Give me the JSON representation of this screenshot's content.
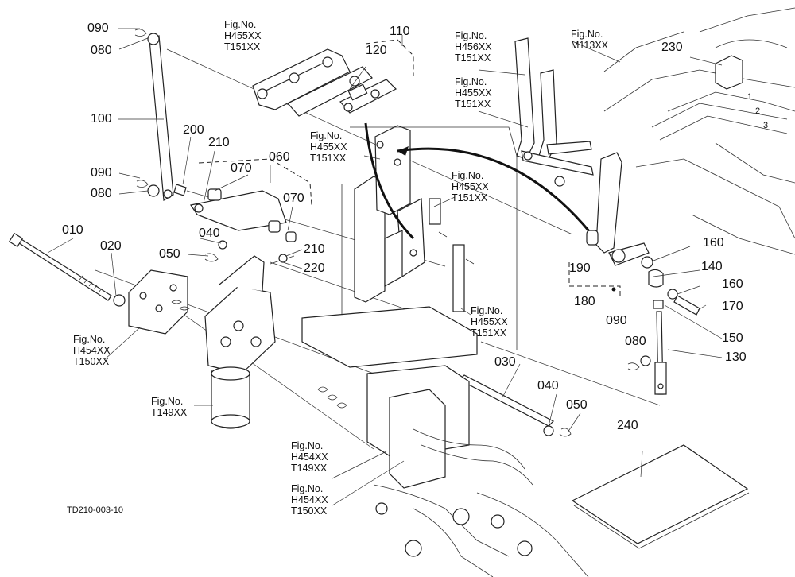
{
  "drawing_code": "TD210-003-10",
  "callouts": {
    "c010": "010",
    "c020": "020",
    "c030": "030",
    "c040a": "040",
    "c040b": "040",
    "c050a": "050",
    "c050b": "050",
    "c060": "060",
    "c070a": "070",
    "c070b": "070",
    "c080a": "080",
    "c080b": "080",
    "c080c": "080",
    "c090a": "090",
    "c090b": "090",
    "c090c": "090",
    "c100": "100",
    "c110": "110",
    "c120": "120",
    "c130": "130",
    "c140": "140",
    "c150": "150",
    "c160a": "160",
    "c160b": "160",
    "c170": "170",
    "c180": "180",
    "c190": "190",
    "c200": "200",
    "c210a": "210",
    "c210b": "210",
    "c220": "220",
    "c230": "230",
    "c240": "240"
  },
  "fig_refs": {
    "f1": {
      "label": "Fig.No.",
      "line1": "H455XX",
      "line2": "T151XX"
    },
    "f2": {
      "label": "Fig.No.",
      "line1": "H456XX",
      "line2": "T151XX"
    },
    "f3": {
      "label": "Fig.No.",
      "line1": "H455XX",
      "line2": "T151XX"
    },
    "f4": {
      "label": "Fig.No.",
      "line1": "M113XX"
    },
    "f5": {
      "label": "Fig.No.",
      "line1": "H455XX",
      "line2": "T151XX"
    },
    "f6": {
      "label": "Fig.No.",
      "line1": "H455XX",
      "line2": "T151XX"
    },
    "f7": {
      "label": "Fig.No.",
      "line1": "H455XX",
      "line2": "T151XX"
    },
    "f8": {
      "label": "Fig.No.",
      "line1": "H454XX",
      "line2": "T150XX"
    },
    "f9": {
      "label": "Fig.No.",
      "line1": "T149XX"
    },
    "f10": {
      "label": "Fig.No.",
      "line1": "H454XX",
      "line2": "T149XX"
    },
    "f11": {
      "label": "Fig.No.",
      "line1": "H454XX",
      "line2": "T150XX"
    }
  },
  "gear_marks": [
    "1",
    "2",
    "3"
  ]
}
